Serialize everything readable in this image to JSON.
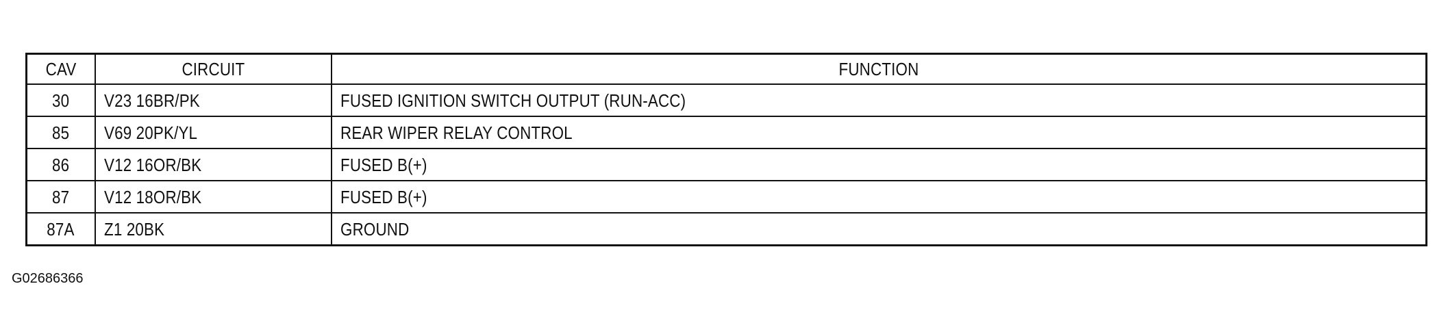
{
  "table": {
    "headers": {
      "cav": "CAV",
      "circuit": "CIRCUIT",
      "function": "FUNCTION"
    },
    "rows": [
      {
        "cav": "30",
        "circuit": "V23 16BR/PK",
        "function": "FUSED IGNITION SWITCH OUTPUT (RUN-ACC)"
      },
      {
        "cav": "85",
        "circuit": "V69 20PK/YL",
        "function": "REAR WIPER RELAY CONTROL"
      },
      {
        "cav": "86",
        "circuit": "V12 16OR/BK",
        "function": "FUSED B(+)"
      },
      {
        "cav": "87",
        "circuit": "V12 18OR/BK",
        "function": "FUSED B(+)"
      },
      {
        "cav": "87A",
        "circuit": "Z1 20BK",
        "function": "GROUND"
      }
    ]
  },
  "figure_id": "G02686366"
}
